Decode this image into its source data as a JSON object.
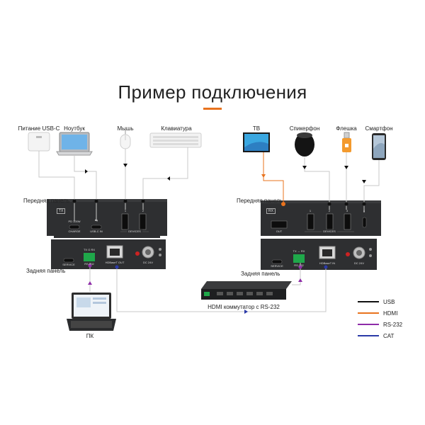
{
  "title": "Пример подключения",
  "colors": {
    "accent": "#e8731e",
    "usb": "#111111",
    "hdmi": "#e8731e",
    "rs232": "#8e2ca8",
    "cat": "#2b3aa8",
    "device": "#2e2f31"
  },
  "devices": {
    "usb_c_power": "Питание USB-C",
    "laptop": "Ноутбук",
    "mouse": "Мышь",
    "keyboard": "Клавиатура",
    "tv": "ТВ",
    "speakerphone": "Спикерфон",
    "flash_drive": "Флешка",
    "smartphone": "Смартфон",
    "pc": "ПК",
    "hdmi_switch": "HDMI коммутатор с RS-232"
  },
  "panels": {
    "front": "Передняя панель",
    "rear": "Задняя панель"
  },
  "tx_front": {
    "badge": "TX",
    "port1_top": "PD 100W",
    "port1_bottom": "CHARGE",
    "port2_top": "⇆",
    "port2_bottom": "USB-C IN",
    "usb1": "1",
    "usb2": "2",
    "devices_label": "DEVICES"
  },
  "tx_rear": {
    "service": "SERVICE",
    "rs_top": "TX  G  RX",
    "rs_bottom": "RS-232",
    "hdbaset": "HDBaseT OUT",
    "dc": "DC 24V"
  },
  "rx_front": {
    "badge": "RX",
    "hdmi_out": "OUT",
    "usb1": "1",
    "usb2": "2",
    "usb3": "3",
    "usb4": "4",
    "devices_label": "DEVICES"
  },
  "rx_rear": {
    "service": "SERVICE",
    "rs_top": "TX  ↔  RX",
    "rs_bottom": "RS-232",
    "hdbaset": "HDBaseT IN",
    "dc": "DC 24V"
  },
  "legend": [
    {
      "label": "USB",
      "color": "#111111"
    },
    {
      "label": "HDMI",
      "color": "#e8731e"
    },
    {
      "label": "RS-232",
      "color": "#8e2ca8"
    },
    {
      "label": "CAT",
      "color": "#2b3aa8"
    }
  ]
}
